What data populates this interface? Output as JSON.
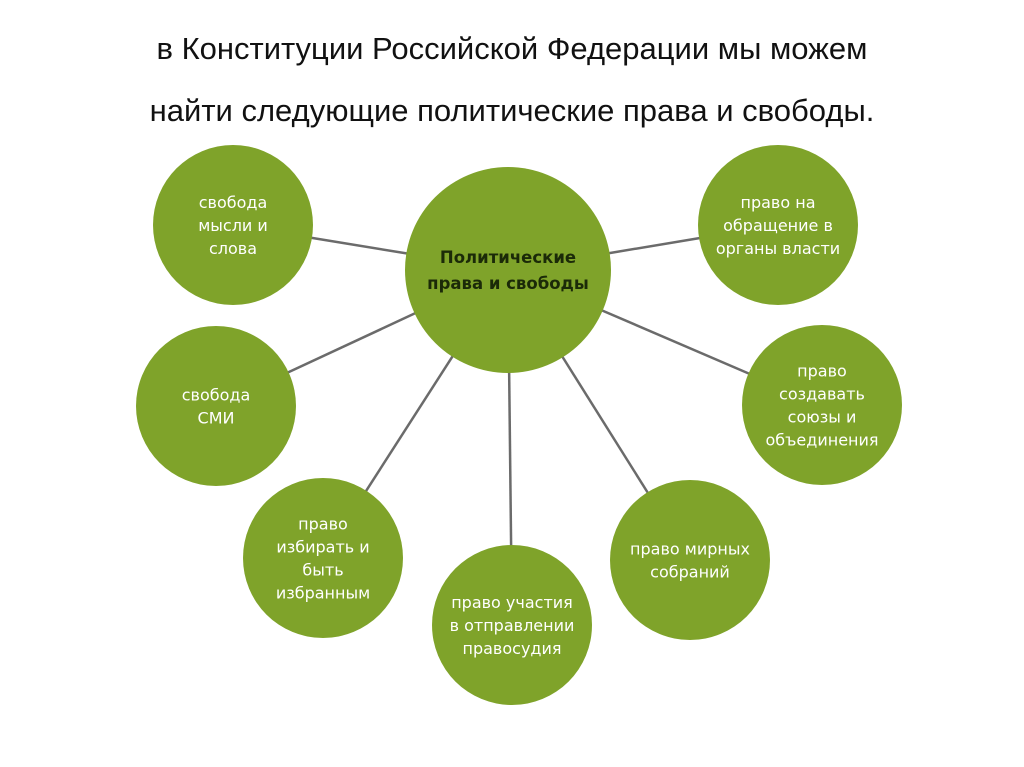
{
  "heading": {
    "line1": "в Конституции Российской Федерации мы можем",
    "line2": "найти следующие политические права и свободы."
  },
  "colors": {
    "node_fill": "#7fa32a",
    "connector": "#6b6b6b",
    "center_text": "#1b2a08",
    "node_text": "#ffffff"
  },
  "center": {
    "lines": [
      "Политические",
      "права и свободы"
    ]
  },
  "nodes": [
    {
      "id": "freedom-of-thought",
      "lines": [
        "свобода",
        "мысли и",
        "слова"
      ]
    },
    {
      "id": "right-to-appeal",
      "lines": [
        "право на",
        "обращение в",
        "органы власти"
      ]
    },
    {
      "id": "freedom-of-media",
      "lines": [
        "свобода",
        "СМИ"
      ]
    },
    {
      "id": "right-to-unions",
      "lines": [
        "право",
        "создавать",
        "союзы и",
        "объединения"
      ]
    },
    {
      "id": "right-to-vote",
      "lines": [
        "право",
        "избирать и",
        "быть",
        "избранным"
      ]
    },
    {
      "id": "right-to-justice",
      "lines": [
        "право участия",
        "в отправлении",
        "правосудия"
      ]
    },
    {
      "id": "right-to-assembly",
      "lines": [
        "право мирных",
        "собраний"
      ]
    }
  ]
}
